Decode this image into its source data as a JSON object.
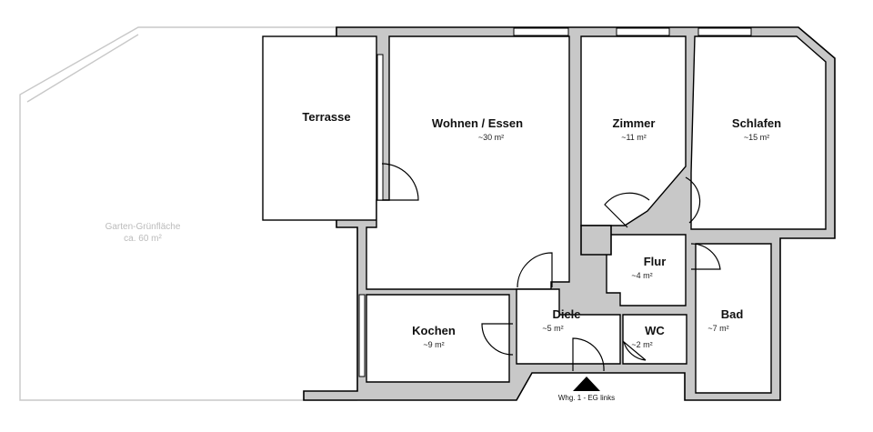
{
  "garden": {
    "name": "Garten-Grünfläche",
    "area": "ca. 60 m²"
  },
  "entrance": {
    "label": "Whg. 1 - EG links"
  },
  "rooms": {
    "terrasse": {
      "name": "Terrasse",
      "area": ""
    },
    "wohnen": {
      "name": "Wohnen / Essen",
      "area": "~30 m²"
    },
    "zimmer": {
      "name": "Zimmer",
      "area": "~11 m²"
    },
    "schlafen": {
      "name": "Schlafen",
      "area": "~15 m²"
    },
    "flur": {
      "name": "Flur",
      "area": "~4 m²"
    },
    "diele": {
      "name": "Diele",
      "area": "~5 m²"
    },
    "kochen": {
      "name": "Kochen",
      "area": "~9 m²"
    },
    "wc": {
      "name": "WC",
      "area": "~2 m²"
    },
    "bad": {
      "name": "Bad",
      "area": "~7 m²"
    }
  },
  "colors": {
    "wall": "#c8c8c8",
    "line": "#000000",
    "garden_line": "#c8c8c8"
  }
}
